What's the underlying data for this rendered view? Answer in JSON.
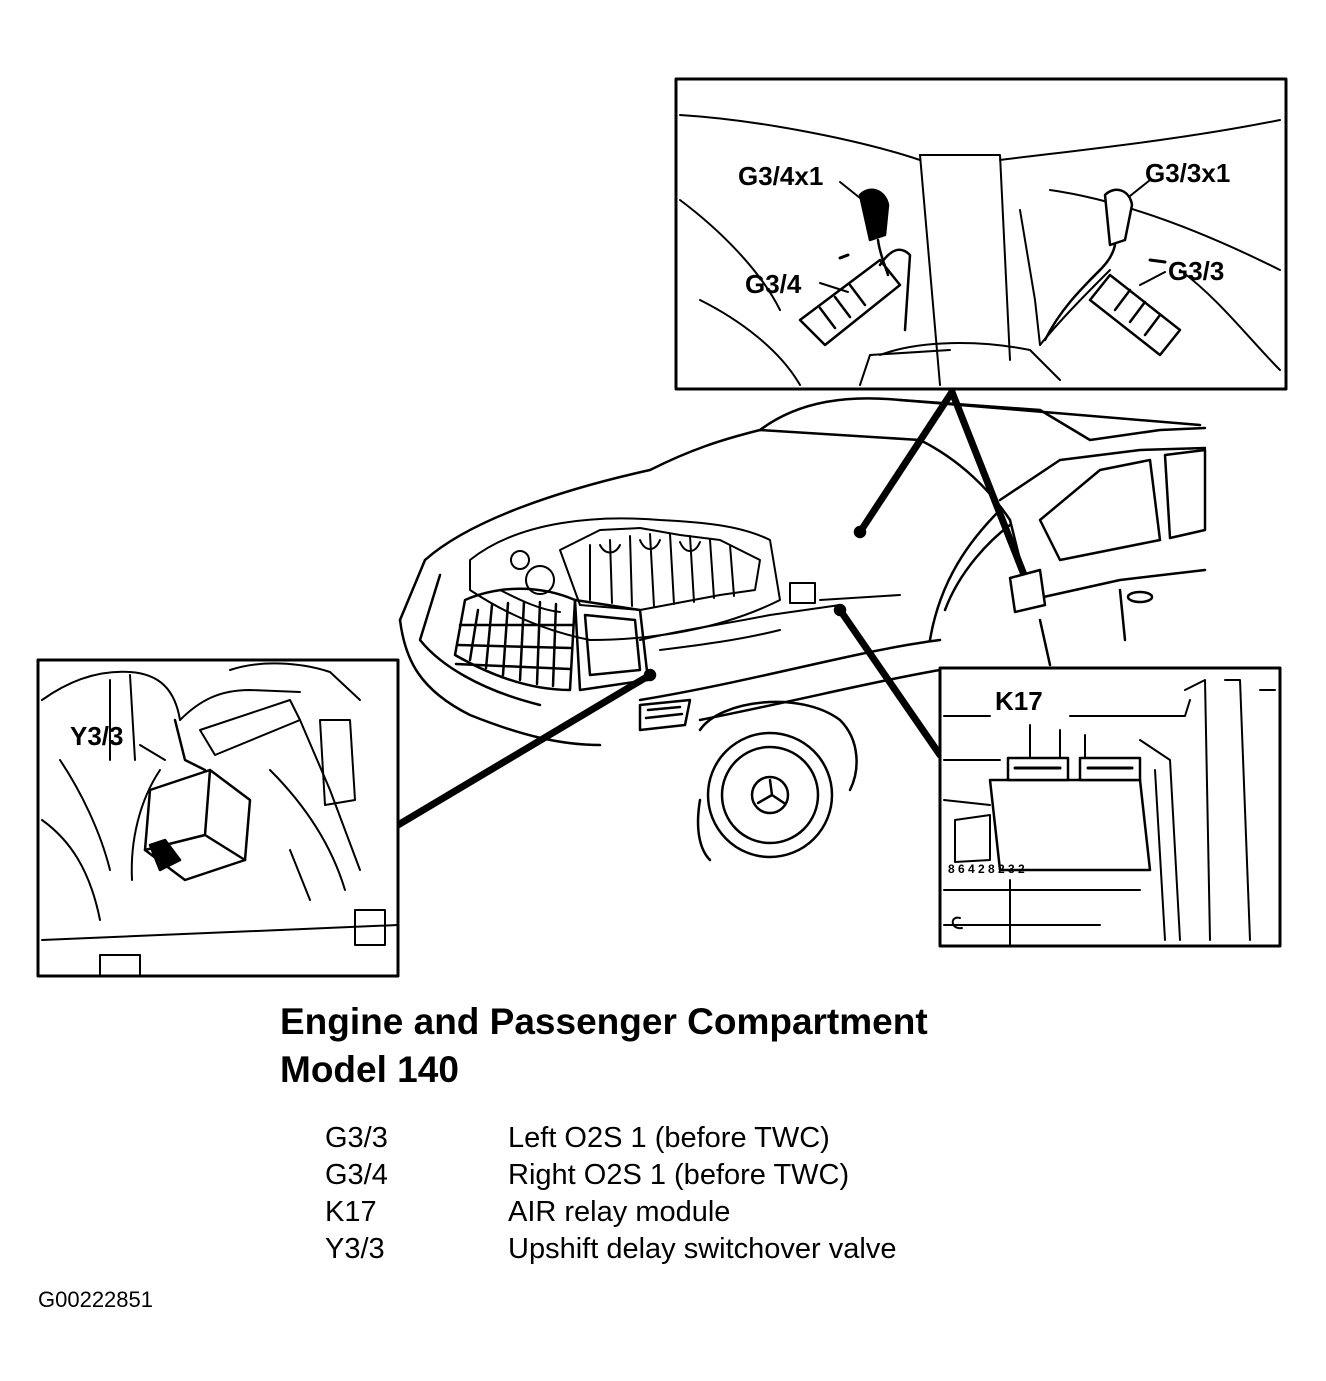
{
  "callouts": {
    "g34x1": "G3/4x1",
    "g33x1": "G3/3x1",
    "g34": "G3/4",
    "g33": "G3/3",
    "k17": "K17",
    "y33": "Y3/3",
    "relay_pins": "8 6 4 2   8 2   3 2"
  },
  "title": {
    "line1": "Engine and Passenger Compartment",
    "line2": "Model 140"
  },
  "legend": [
    {
      "code": "G3/3",
      "description": "Left O2S 1 (before TWC)"
    },
    {
      "code": "G3/4",
      "description": "Right O2S 1 (before TWC)"
    },
    {
      "code": "K17",
      "description": "AIR relay module"
    },
    {
      "code": "Y3/3",
      "description": "Upshift delay switchover valve"
    }
  ],
  "figure_id": "G00222851"
}
